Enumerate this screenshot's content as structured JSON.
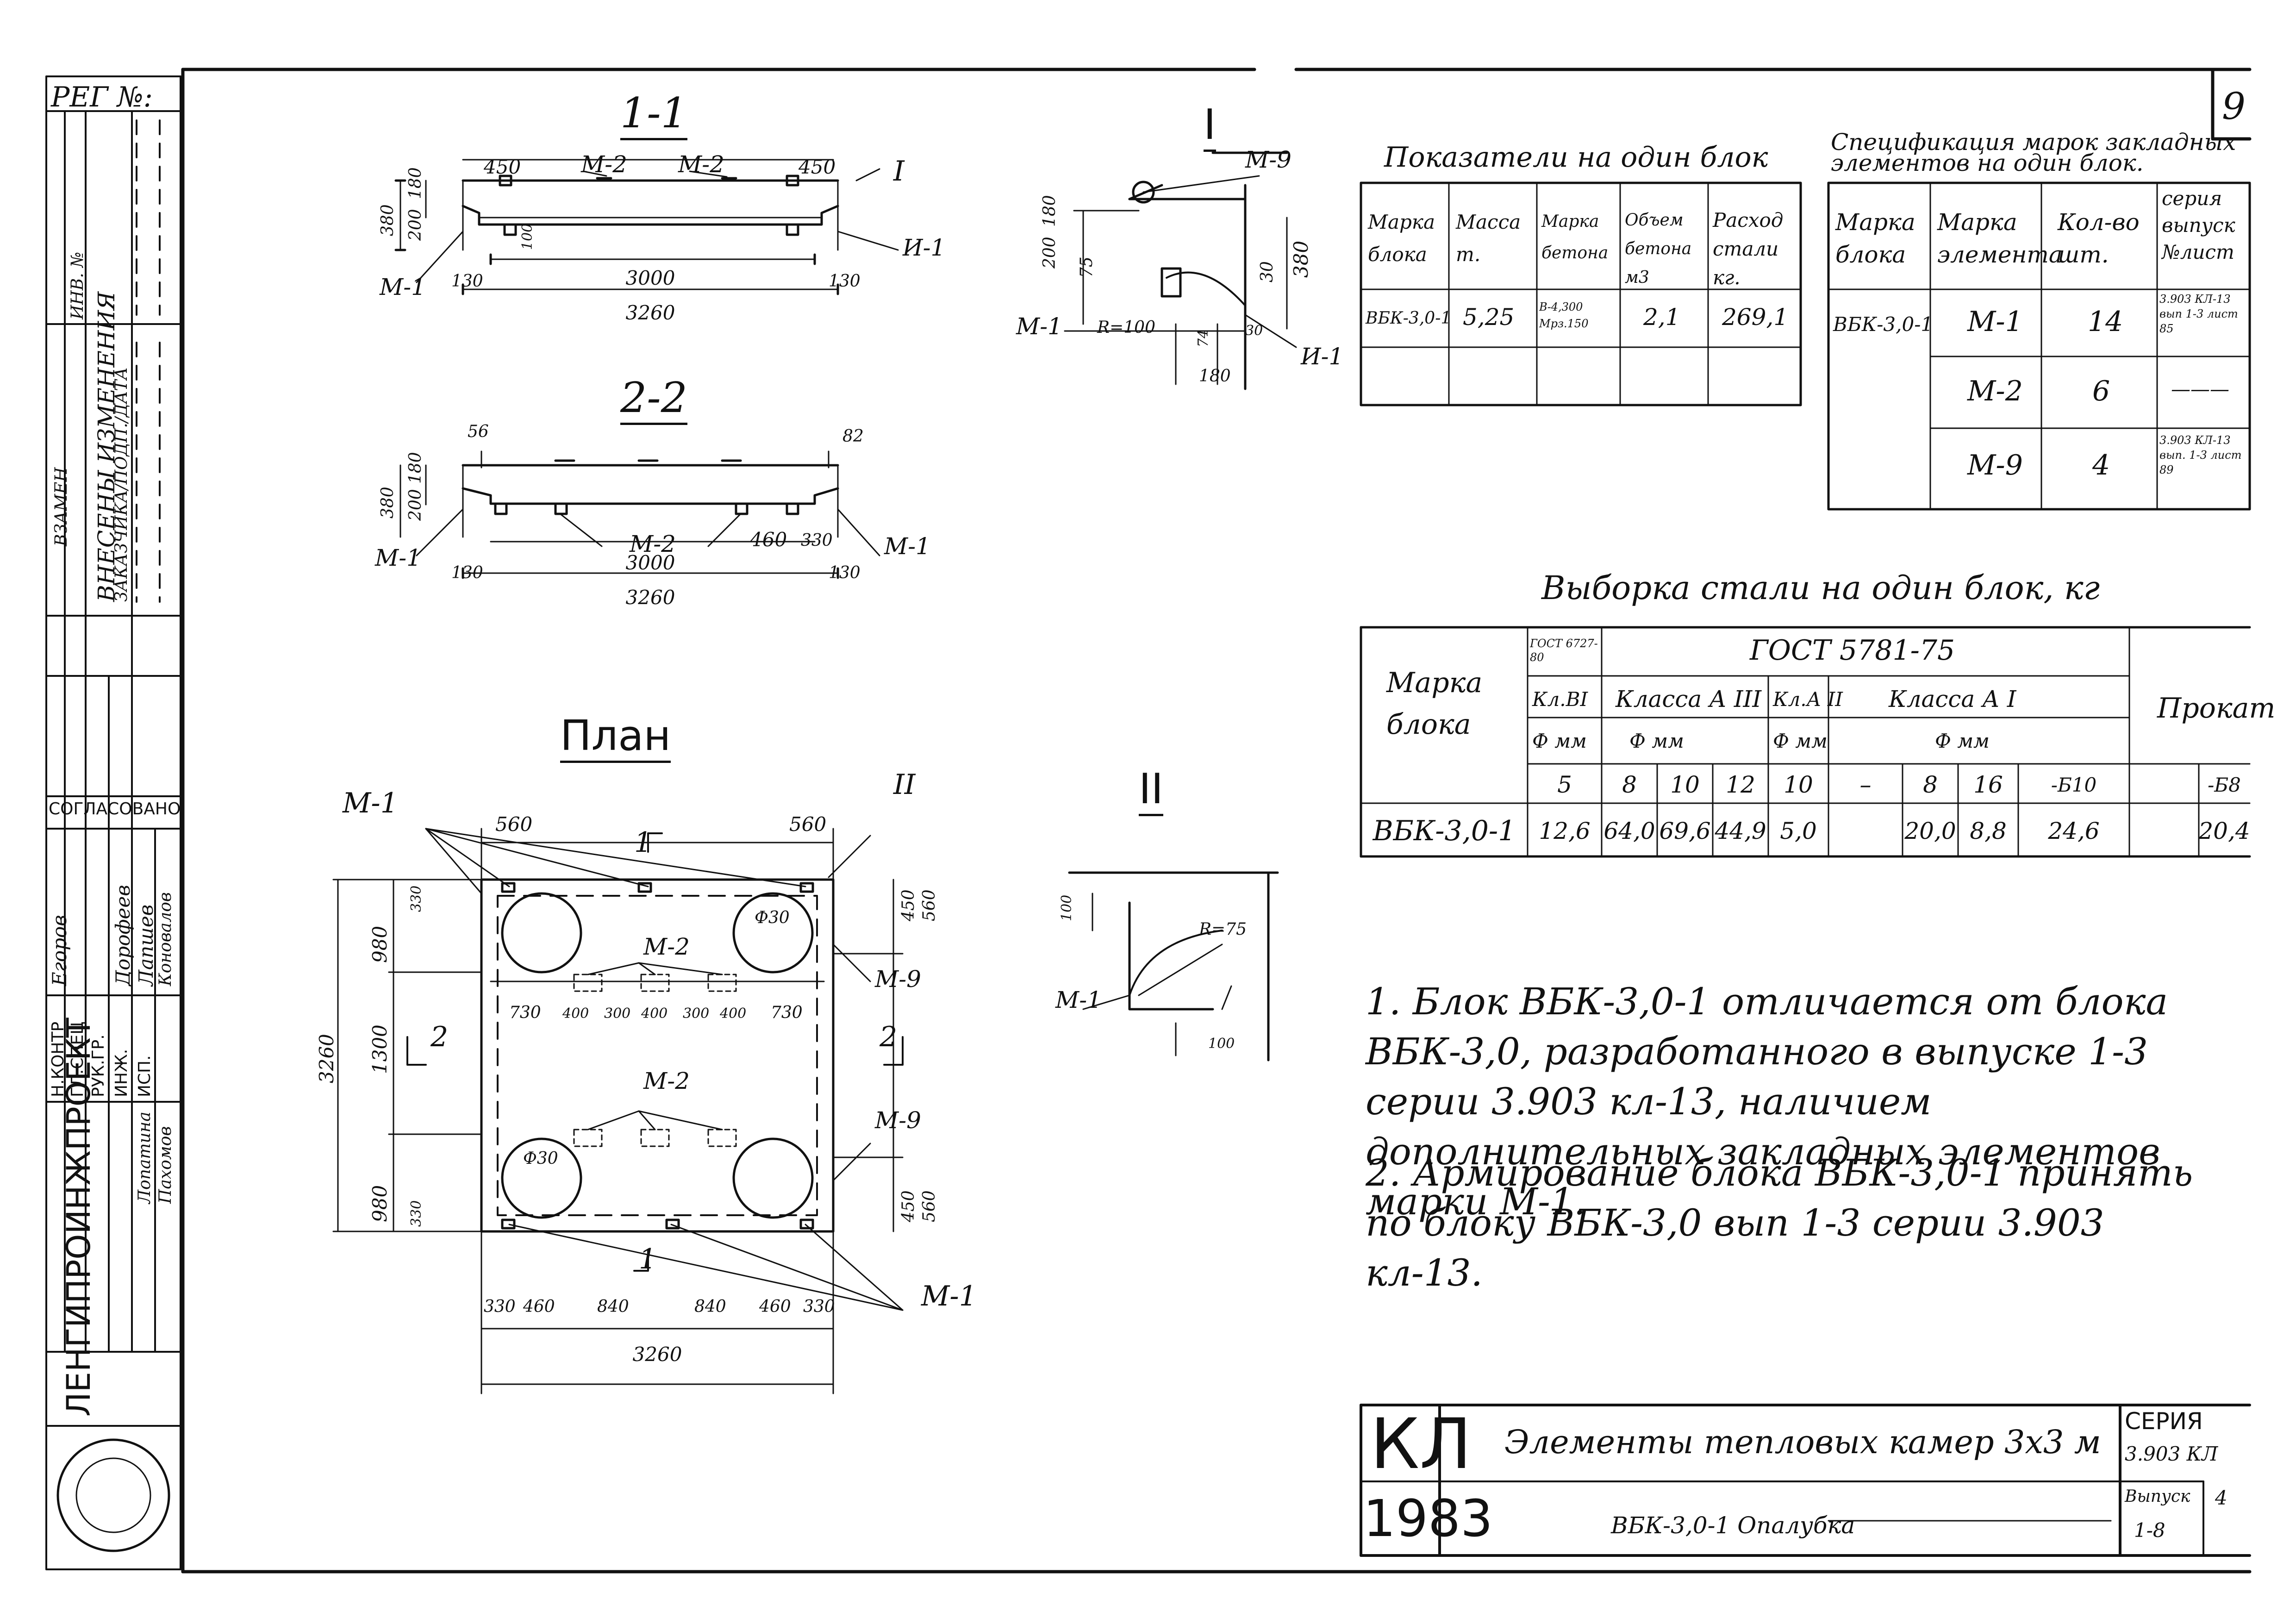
{
  "reg_label": "РЕГ №:",
  "sheet_number": "9",
  "left_stamp": {
    "top_labels": [
      "ВЗАМЕН",
      "ИНВ. №",
      "ВНЕСЕНЫ ИЗМЕНЕНИЯ",
      "ЗАКАЗЧИКА/ПОДП./ДАТА"
    ],
    "agreed_label": "СОГЛАСОВАНО:",
    "names": [
      "Егоров",
      "Дорофеев",
      "Лапшев",
      "Коновалов",
      "Пахомов",
      "Лопатина"
    ],
    "roles": [
      "Н.КОНТР",
      "ГЛ.СПЕЦ",
      "РУК.ГР.",
      "ИНЖ.",
      "ИСП."
    ],
    "institute": "ЛЕНГИПРОИНЖПРОЕКТ"
  },
  "section_1": {
    "title": "1-1",
    "marks": [
      "М-2",
      "М-2",
      "И-1",
      "М-1",
      "I"
    ],
    "dims": [
      "450",
      "450",
      "180",
      "200",
      "380",
      "100",
      "130",
      "3000",
      "130",
      "3260"
    ]
  },
  "section_2": {
    "title": "2-2",
    "marks": [
      "М-2",
      "М-1",
      "М-1"
    ],
    "dims": [
      "56",
      "82",
      "180",
      "200",
      "380",
      "130",
      "3000",
      "460",
      "330",
      "130",
      "3260"
    ]
  },
  "plan": {
    "title": "План",
    "marks": [
      "М-1",
      "М-2",
      "М-2",
      "М-9",
      "М-9",
      "М-1",
      "II",
      "1",
      "1",
      "2",
      "2"
    ],
    "dims": [
      "560",
      "560",
      "330",
      "980",
      "1300",
      "980",
      "330",
      "3260",
      "450",
      "560",
      "450",
      "560",
      "730",
      "400",
      "300",
      "400",
      "300",
      "400",
      "730",
      "Ф30",
      "Ф30",
      "330",
      "460",
      "840",
      "840",
      "460",
      "330",
      "3260"
    ]
  },
  "detail_1": {
    "title": "I",
    "marks": [
      "М-9",
      "М-1",
      "И-1"
    ],
    "dims": [
      "200",
      "180",
      "75",
      "380",
      "30",
      "R=100",
      "30",
      "74",
      "180"
    ]
  },
  "detail_2": {
    "title": "II",
    "marks": [
      "М-1"
    ],
    "dims": [
      "100",
      "R=75",
      "100"
    ]
  },
  "indicators_table": {
    "title": "Показатели на один блок",
    "headers": [
      "Марка блока",
      "Масса т.",
      "Марка бетона",
      "Объем бетона м3",
      "Расход стали кг."
    ],
    "rows": [
      [
        "ВБК-3,0-1",
        "5,25",
        "В-4,300 Мрз.150",
        "2,1",
        "269,1"
      ]
    ]
  },
  "spec_table": {
    "title": "Спецификация марок закладных элементов на один блок.",
    "headers": [
      "Марка блока",
      "Марка элемента",
      "Кол-во шт.",
      "серия выпуск №лист"
    ],
    "rows": [
      [
        "ВБК-3,0-1",
        "М-1",
        "14",
        "3.903 КЛ-13 вып 1-3 лист 85"
      ],
      [
        "",
        "М-2",
        "6",
        "———"
      ],
      [
        "",
        "М-9",
        "4",
        "3.903 КЛ-13 вып. 1-3 лист 89"
      ]
    ]
  },
  "steel_table": {
    "title": "Выборка стали на один блок, кг",
    "header_marka": "Марка блока",
    "header_gost_small": "ГОСТ 6727-80",
    "header_gost": "ГОСТ 5781-75",
    "header_prokat": "Прокат",
    "classes": [
      "Кл.ВI",
      "Класса А III",
      "Кл.А II",
      "Класса А I"
    ],
    "units": [
      "Ф мм",
      "Ф мм",
      "Ф мм",
      "Ф мм"
    ],
    "diameters": [
      "5",
      "8",
      "10",
      "12",
      "10",
      "–",
      "8",
      "16",
      "-Б10",
      "-Б8"
    ],
    "row": [
      "ВБК-3,0-1",
      "12,6",
      "64,0",
      "69,6",
      "44,9",
      "5,0",
      "",
      "20,0",
      "8,8",
      "24,6",
      "20,4"
    ]
  },
  "notes": [
    "1. Блок ВБК-3,0-1 отличается от блока ВБК-3,0, разработанного в выпуске 1-3 серии 3.903 кл-13, наличием дополнительных закладных элементов марки М-1.",
    "2. Армирование блока ВБК-3,0-1 принять по блоку ВБК-3,0 вып 1-3 серии 3.903 кл-13."
  ],
  "title_block": {
    "logo": "КЛ",
    "year": "1983",
    "title": "Элементы тепловых камер 3х3 м",
    "subtitle": "ВБК-3,0-1 Опалубка",
    "series_label": "СЕРИЯ",
    "series_value": "3.903 КЛ",
    "issue_label": "Выпуск",
    "issue_value": "1-8",
    "sheet": "4"
  }
}
